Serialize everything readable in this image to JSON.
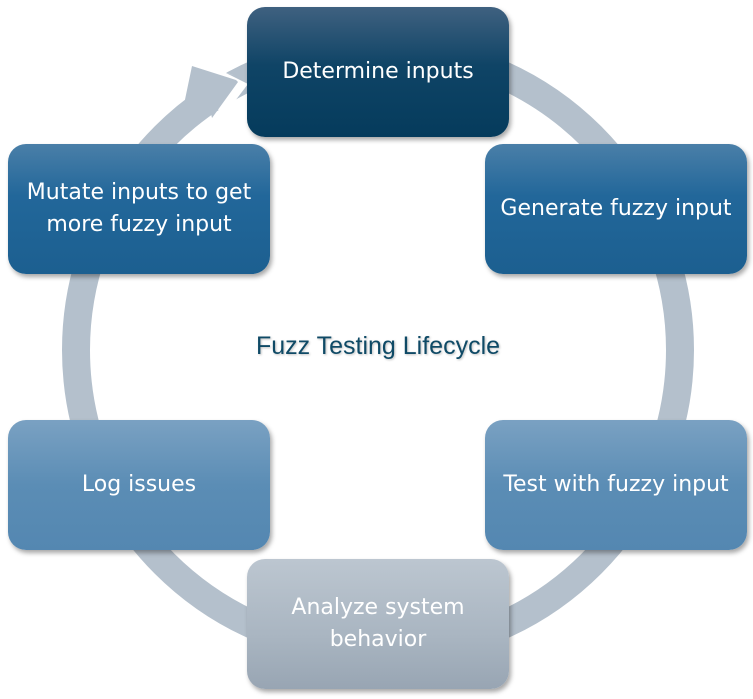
{
  "diagram": {
    "type": "cycle",
    "title": "Fuzz Testing Lifecycle",
    "steps": [
      {
        "label": "Determine inputs"
      },
      {
        "label": "Generate fuzzy input"
      },
      {
        "label": "Test with fuzzy input"
      },
      {
        "label": "Analyze system behavior"
      },
      {
        "label": "Log issues"
      },
      {
        "label": "Mutate inputs to get more fuzzy input"
      }
    ],
    "colors": {
      "ring": "#b4c0cc",
      "step1": "#0f4466",
      "step2": "#22679a",
      "step3": "#5b8db5",
      "step4": "#a9b5c1",
      "step5": "#5b8db5",
      "step6": "#22679a",
      "title": "#0f4a66"
    }
  }
}
